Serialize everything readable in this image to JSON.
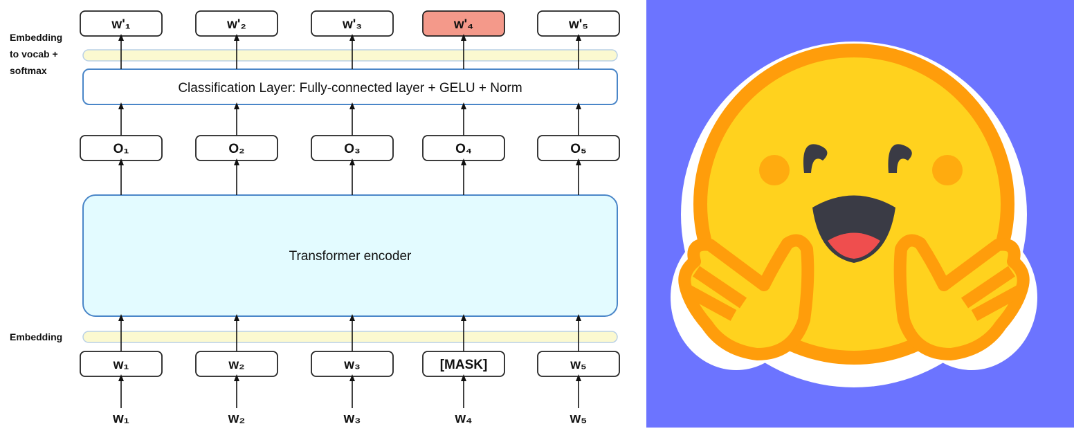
{
  "diagram": {
    "outputs": [
      "w'₁",
      "w'₂",
      "w'₃",
      "w'₄",
      "w'₅"
    ],
    "highlighted_output_index": 3,
    "hidden_states": [
      "O₁",
      "O₂",
      "O₃",
      "O₄",
      "O₅"
    ],
    "token_inputs": [
      "w₁",
      "w₂",
      "w₃",
      "[MASK]",
      "w₅"
    ],
    "words": [
      "w₁",
      "w₂",
      "w₃",
      "w₄",
      "w₅"
    ],
    "labels": {
      "embedding_to_vocab_line1": "Embedding",
      "embedding_to_vocab_line2": "to vocab +",
      "embedding_to_vocab_line3": "softmax",
      "embedding": "Embedding",
      "classification_layer": "Classification Layer: Fully-connected layer + GELU + Norm",
      "transformer_encoder": "Transformer encoder"
    },
    "colors": {
      "highlight": "#f4998a",
      "embedding_band": "#fbf9d0",
      "encoder_fill": "#e3fbff",
      "encoder_stroke": "#4a86c8",
      "box_stroke": "#222222"
    }
  },
  "logo": {
    "name": "hugging-face-logo",
    "colors": {
      "background": "#6c74ff",
      "face": "#ffd21e",
      "outline": "#ff9d0b",
      "eyes": "#3a3b45",
      "tongue": "#ef4e4e",
      "cheeks": "#ff9d0b",
      "sticker_border": "#ffffff"
    }
  }
}
